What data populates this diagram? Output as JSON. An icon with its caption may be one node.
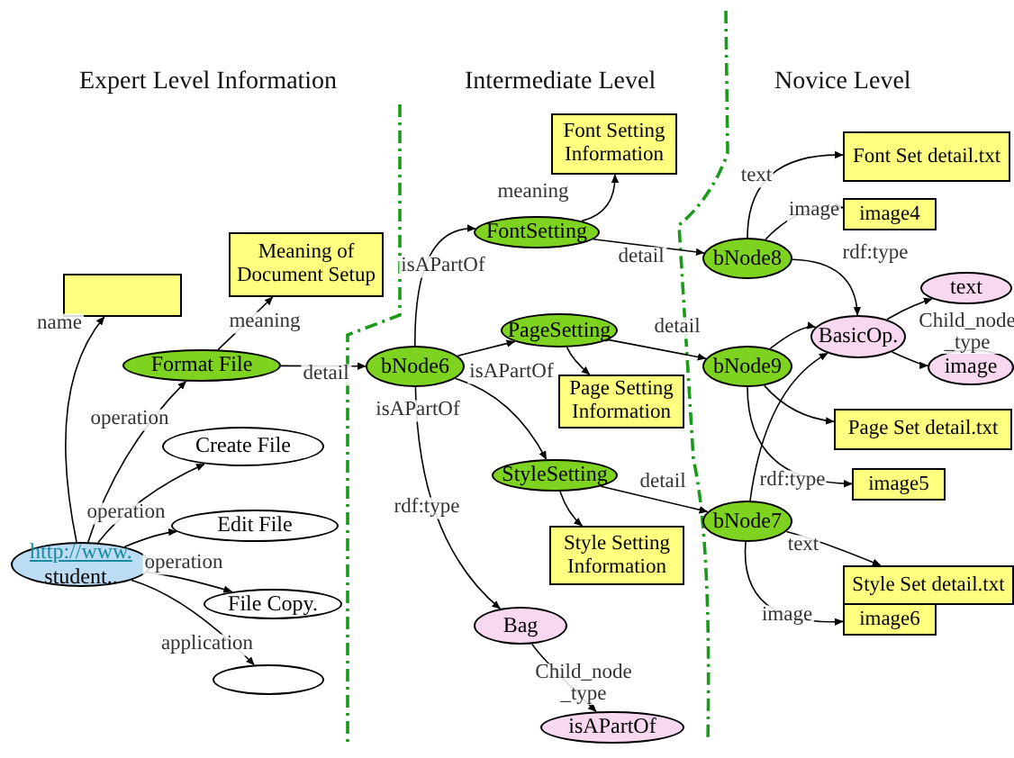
{
  "diagram": {
    "nodes": [
      {
        "text": [],
        "shape": "box"
      },
      {
        "text": [
          "Meaning of Document Setup"
        ]
      },
      {
        "text": [
          "Format File"
        ]
      },
      {
        "text": [
          "Create File"
        ]
      },
      {
        "text": [
          "bNode6"
        ]
      },
      {
        "text": [
          "Font Setting Information"
        ]
      },
      {
        "text": [
          "FontSetting"
        ]
      },
      {
        "text": [
          "PageSetting"
        ]
      },
      {
        "text": [
          "Page Setting Information"
        ]
      },
      {
        "text": [
          "StyleSetting"
        ]
      },
      {
        "text": [
          "Style Setting Information"
        ]
      },
      {
        "text": [
          "Bag"
        ]
      },
      {
        "text": [
          "isAPartOf"
        ]
      },
      {
        "text": [
          "Edit File"
        ]
      },
      {
        "text": [
          "File Copy."
        ]
      },
      {
        "text": [],
        "shape": "ellipse"
      },
      {
        "text": [
          "http://www. student.."
        ]
      },
      {
        "text": [
          "Font Set detail.txt"
        ]
      },
      {
        "text": [
          "image4"
        ]
      },
      {
        "text": [
          "bNode8"
        ]
      },
      {
        "text": [
          "text"
        ]
      },
      {
        "text": [
          "BasicOp."
        ]
      },
      {
        "text": [
          "image"
        ]
      },
      {
        "text": [
          "bNode9"
        ]
      },
      {
        "text": [
          "Page Set detail.txt"
        ]
      },
      {
        "text": [
          "image5"
        ]
      },
      {
        "text": [
          "bNode7"
        ]
      },
      {
        "text": [
          "Style Set detail.txt"
        ]
      },
      {
        "text": [
          "image6"
        ]
      }
    ],
    "edges": [
      {
        "from": 16,
        "to": 0,
        "arrow": "to",
        "label": "name"
      },
      {
        "from": 16,
        "to": 2,
        "arrow": "to",
        "label": "operation"
      },
      {
        "from": 16,
        "to": 3,
        "arrow": "to",
        "label": "operation"
      },
      {
        "from": 16,
        "to": 13,
        "arrow": "to"
      },
      {
        "from": 16,
        "to": 14,
        "arrow": "to",
        "label": "operation"
      },
      {
        "from": 16,
        "to": 15,
        "arrow": "to",
        "label": "application"
      },
      {
        "from": 2,
        "to": 1,
        "arrow": "to",
        "label": "meaning"
      },
      {
        "from": 2,
        "to": 4,
        "arrow": "to",
        "label": "detail"
      },
      {
        "from": 4,
        "to": 6,
        "arrow": "to",
        "label": "isAPartOf"
      },
      {
        "from": 4,
        "to": 7,
        "arrow": "to",
        "label": "isAPartOf"
      },
      {
        "from": 4,
        "to": 9,
        "arrow": "to",
        "label": "isAPartOf"
      },
      {
        "from": 4,
        "to": 11,
        "arrow": "to",
        "label": "rdf:type"
      },
      {
        "from": 6,
        "to": 5,
        "arrow": "to",
        "label": "meaning"
      },
      {
        "from": 6,
        "to": 19,
        "arrow": "to",
        "label": "detail"
      },
      {
        "from": 7,
        "to": 8,
        "arrow": "to"
      },
      {
        "from": 7,
        "to": 23,
        "arrow": "to",
        "label": "detail"
      },
      {
        "from": 9,
        "to": 10,
        "arrow": "to"
      },
      {
        "from": 9,
        "to": 26,
        "arrow": "to",
        "label": "detail"
      },
      {
        "from": 11,
        "to": 12,
        "arrow": "to",
        "label": "Child_node _type"
      },
      {
        "from": 19,
        "to": 17,
        "arrow": "to",
        "label": "text"
      },
      {
        "from": 19,
        "to": 18,
        "arrow": "to",
        "label": "image"
      },
      {
        "from": 19,
        "to": 21,
        "arrow": "to",
        "label": "rdf:type"
      },
      {
        "from": 21,
        "to": 20,
        "arrow": "to"
      },
      {
        "from": 21,
        "to": 22,
        "arrow": "to",
        "label": "Child_node _type"
      },
      {
        "from": 23,
        "to": 21,
        "arrow": "to"
      },
      {
        "from": 23,
        "to": 24,
        "arrow": "to"
      },
      {
        "from": 23,
        "to": 25,
        "arrow": "to"
      },
      {
        "from": 26,
        "to": 21,
        "arrow": "to",
        "label": "rdf:type"
      },
      {
        "from": 26,
        "to": 27,
        "arrow": "to",
        "label": "text"
      },
      {
        "from": 26,
        "to": 28,
        "arrow": "to",
        "label": "image"
      }
    ],
    "labels": [
      "Expert Level Information",
      "Intermediate Level",
      "Novice Level"
    ]
  }
}
